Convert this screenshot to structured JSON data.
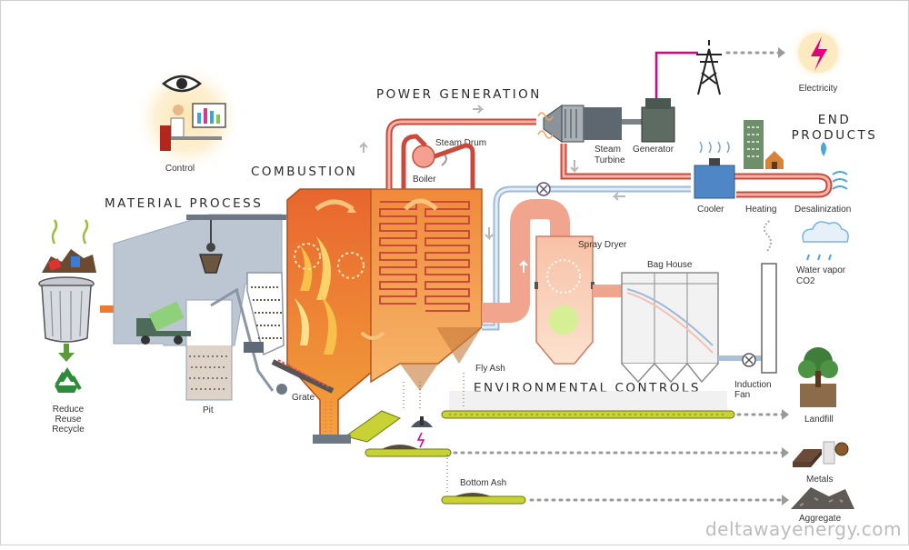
{
  "sections": {
    "material_process": "MATERIAL PROCESS",
    "combustion": "COMBUSTION",
    "power_generation": "POWER GENERATION",
    "end_products": "END\nPRODUCTS",
    "environmental_controls": "ENVIRONMENTAL CONTROLS"
  },
  "labels": {
    "control": "Control",
    "pit": "Pit",
    "grate": "Grate",
    "boiler": "Boiler",
    "steam_drum": "Steam Drum",
    "steam_turbine": "Steam\nTurbine",
    "generator": "Generator",
    "electricity": "Electricity",
    "cooler": "Cooler",
    "heating": "Heating",
    "desalinization": "Desalinization",
    "water_vapor": "Water vapor\nCO2",
    "spray_dryer": "Spray Dryer",
    "bag_house": "Bag House",
    "fly_ash": "Fly Ash",
    "induction_fan": "Induction\nFan",
    "landfill": "Landfill",
    "metals": "Metals",
    "aggregate": "Aggregate",
    "bottom_ash": "Bottom Ash",
    "reduce_reuse_recycle": "Reduce\nReuse\nRecycle"
  },
  "watermark": "deltawayenergy.com",
  "colors": {
    "furnace": "#e8662e",
    "flame": "#f6b23a",
    "boiler_pipe": "#c94a3a",
    "steam_pipe": "#e98a7e",
    "cool_pipe": "#a9c4e4",
    "power_line": "#e4007c",
    "conveyor": "#c8d234",
    "building": "#b9c2cf"
  }
}
